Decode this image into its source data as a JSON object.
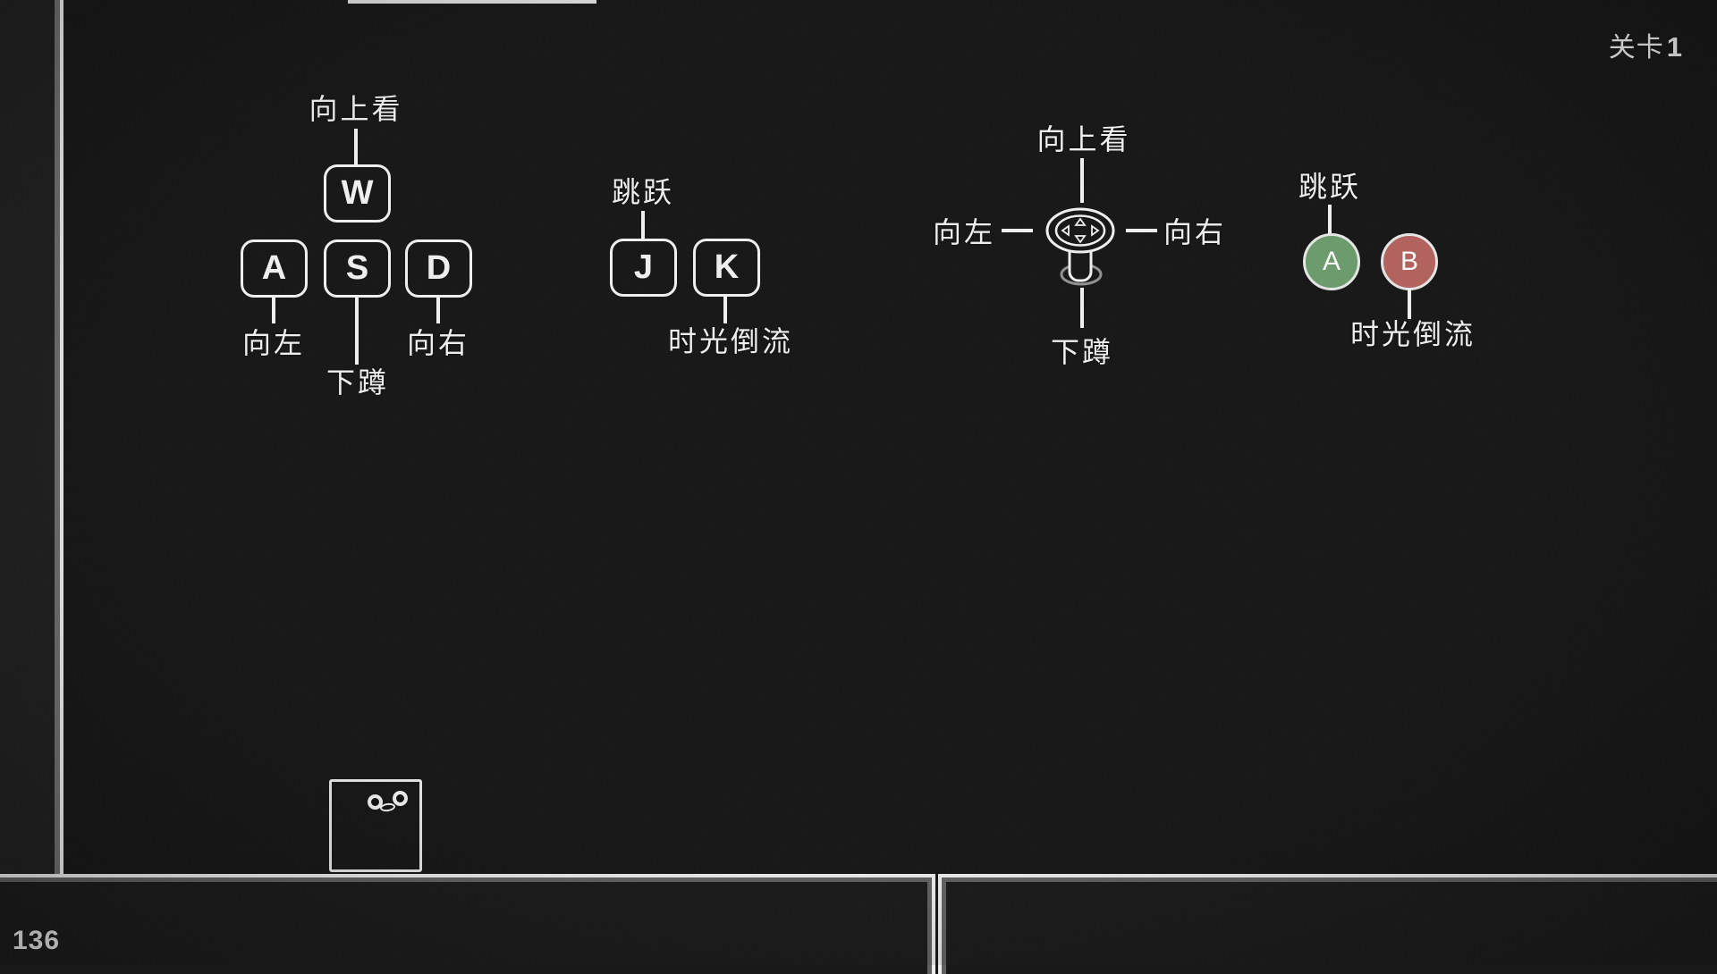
{
  "level_badge": {
    "prefix": "关卡",
    "number": "1"
  },
  "death_counter": "136",
  "controls": {
    "keyboard_move": {
      "up": "向上看",
      "left": "向左",
      "down": "下蹲",
      "right": "向右",
      "key_w": "W",
      "key_a": "A",
      "key_s": "S",
      "key_d": "D"
    },
    "keyboard_action": {
      "jump": "跳跃",
      "rewind": "时光倒流",
      "key_j": "J",
      "key_k": "K"
    },
    "gamepad_stick": {
      "up": "向上看",
      "left": "向左",
      "down": "下蹲",
      "right": "向右"
    },
    "gamepad_buttons": {
      "jump": "跳跃",
      "rewind": "时光倒流",
      "button_a": "A",
      "button_b": "B",
      "button_a_color": "#6a9b6b",
      "button_b_color": "#b2615c"
    }
  },
  "colors": {
    "background": "#151515",
    "outline": "#f0f0f0",
    "shadow_line": "#606060"
  }
}
